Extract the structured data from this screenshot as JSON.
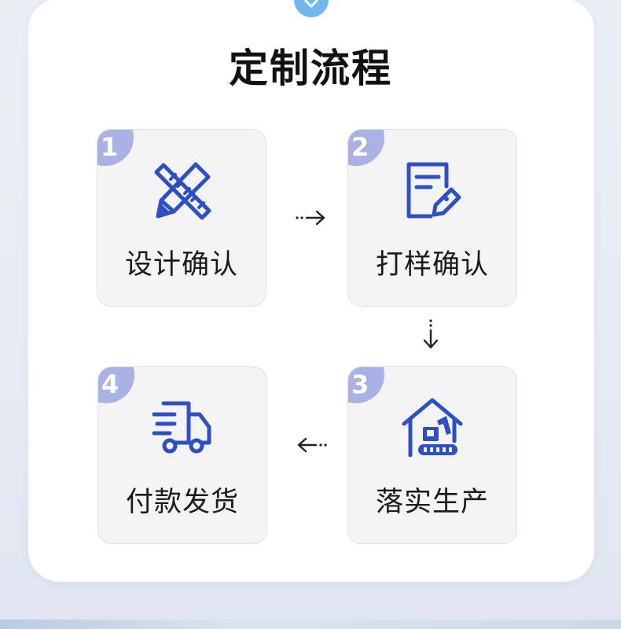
{
  "title": "定制流程",
  "colors": {
    "accent": "#2f4fc4",
    "badge": "#a9b2e4",
    "top_badge": "#6fb9ee"
  },
  "steps": [
    {
      "number": "1",
      "label": "设计确认",
      "icon": "pencil-ruler-icon"
    },
    {
      "number": "2",
      "label": "打样确认",
      "icon": "document-edit-icon"
    },
    {
      "number": "3",
      "label": "落实生产",
      "icon": "factory-excavator-icon"
    },
    {
      "number": "4",
      "label": "付款发货",
      "icon": "delivery-truck-icon"
    }
  ]
}
